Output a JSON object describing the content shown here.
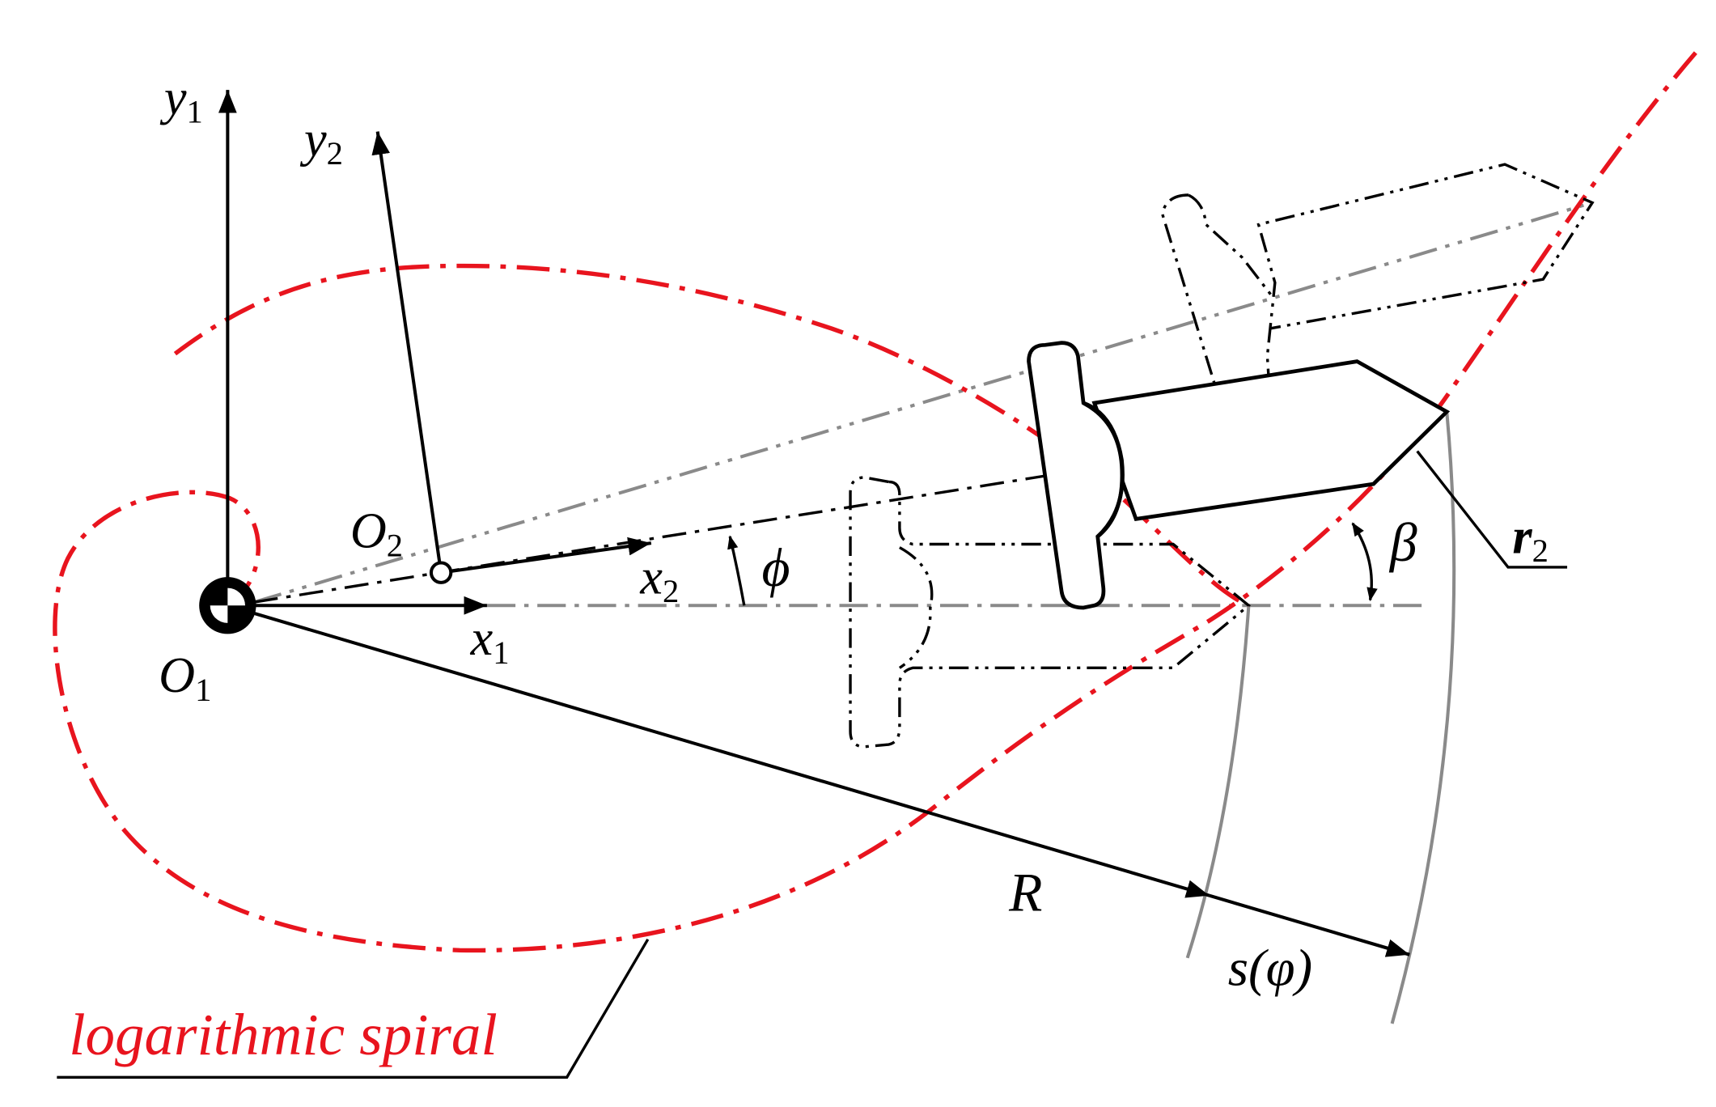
{
  "labels": {
    "y1": "y",
    "y1_sub": "1",
    "y2": "y",
    "y2_sub": "2",
    "x1": "x",
    "x1_sub": "1",
    "x2": "x",
    "x2_sub": "2",
    "o1": "O",
    "o1_sub": "1",
    "o2": "O",
    "o2_sub": "2",
    "phi": "ϕ",
    "beta": "β",
    "r2": "r",
    "r2_sub": "2",
    "R": "R",
    "s_phi": "s(φ)",
    "spiral": "logarithmic spiral"
  },
  "colors": {
    "spiral": "#e8141e",
    "ink": "#000000",
    "guide": "#8a8a8a"
  }
}
